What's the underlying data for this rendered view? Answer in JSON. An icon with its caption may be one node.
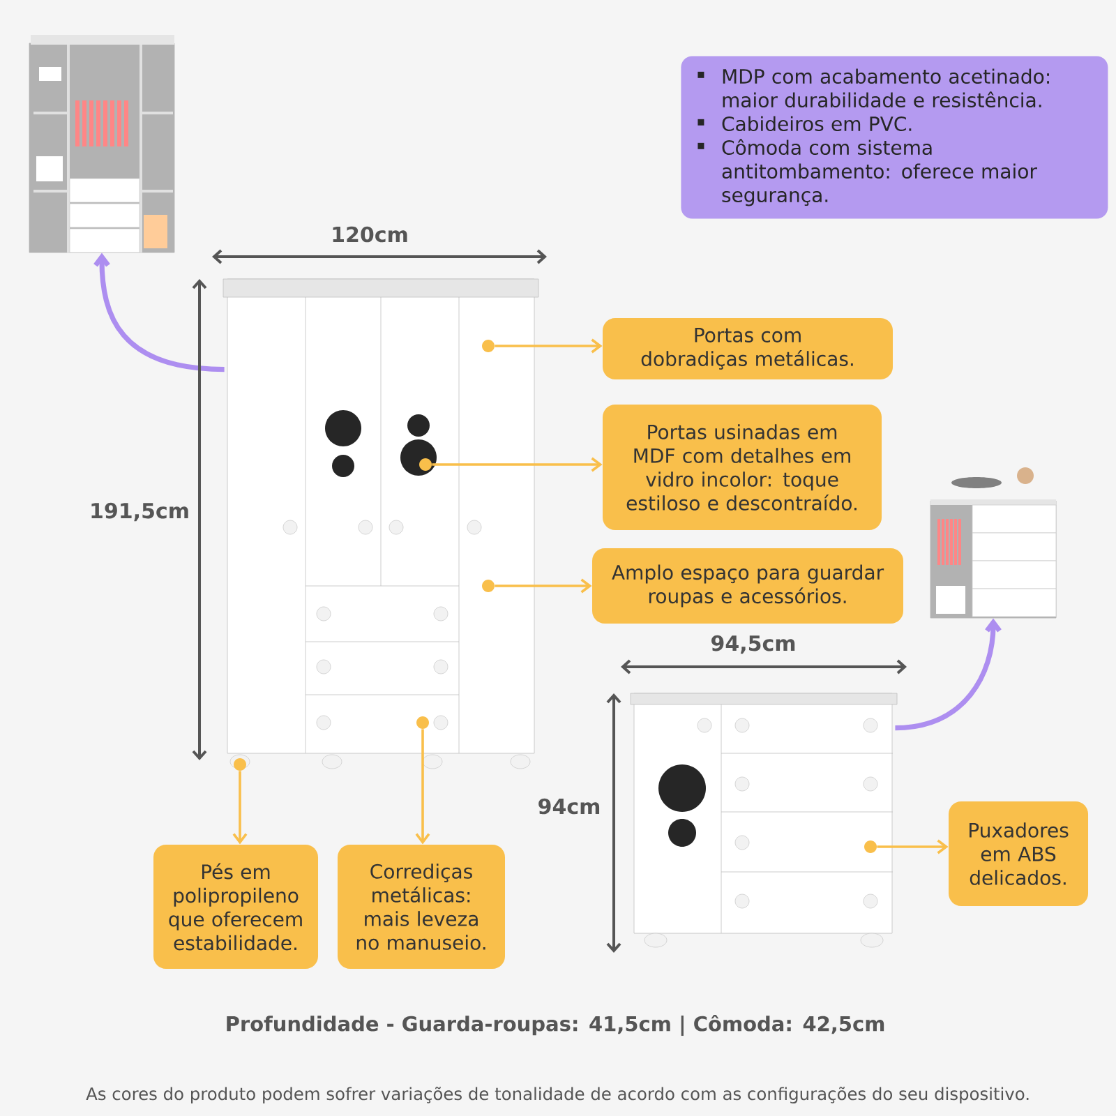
{
  "diagram": {
    "nodes": [
      {
        "text": [
          "MDP com acabamento acetinado: maior durabilidade e resistência.",
          "Cabideiros em PVC.",
          "Cômoda com sistema antitombamento: oferece maior segurança."
        ]
      },
      {
        "text": [],
        "shape": "picture"
      },
      {
        "text": [],
        "shape": "picture"
      },
      {
        "text": [],
        "shape": "circle",
        "in": 2
      },
      {
        "text": [],
        "shape": "circle",
        "in": 2
      },
      {
        "text": [],
        "shape": "circle",
        "in": 2
      },
      {
        "text": [],
        "shape": "circle"
      },
      {
        "text": [],
        "shape": "circle",
        "in": 2
      },
      {
        "text": [
          "Portas com dobradiças metálicas."
        ]
      },
      {
        "text": [
          "Portas usinadas em MDF com detalhes em vidro incolor: toque estiloso e descontraído."
        ]
      },
      {
        "text": [
          "Amplo espaço para guardar roupas e acessórios."
        ]
      },
      {
        "text": [],
        "shape": "picture"
      },
      {
        "text": [],
        "shape": "picture"
      },
      {
        "text": [],
        "shape": "circle",
        "in": 12
      },
      {
        "text": [
          "Pés em polipropileno que oferecem estabilidade."
        ]
      },
      {
        "text": [
          "Corrediças metálicas: mais leveza no manuseio."
        ]
      },
      {
        "text": [
          "Puxadores em ABS delicados."
        ]
      }
    ],
    "edges": [
      {
        "from": 2,
        "to": 1,
        "arrow": "to",
        "style": "thick",
        "color": "#ad8ef0"
      },
      {
        "from": 3,
        "to": 8,
        "arrow": "to"
      },
      {
        "from": 4,
        "to": 9,
        "arrow": "to"
      },
      {
        "from": 5,
        "to": 10,
        "arrow": "to"
      },
      {
        "from": 6,
        "to": 14,
        "arrow": "to"
      },
      {
        "from": 7,
        "to": 15,
        "arrow": "to"
      },
      {
        "from": 12,
        "to": 11,
        "arrow": "to",
        "style": "thick",
        "color": "#ad8ef0"
      },
      {
        "from": 13,
        "to": 16,
        "arrow": "to"
      }
    ],
    "labels": [
      "120cm",
      "191,5cm",
      "94,5cm",
      "94cm",
      "Profundidade - Guarda-roupas: 41,5cm | Cômoda: 42,5cm",
      "As cores do produto podem sofrer variações de tonalidade de acordo com as configurações do seu dispositivo."
    ]
  }
}
